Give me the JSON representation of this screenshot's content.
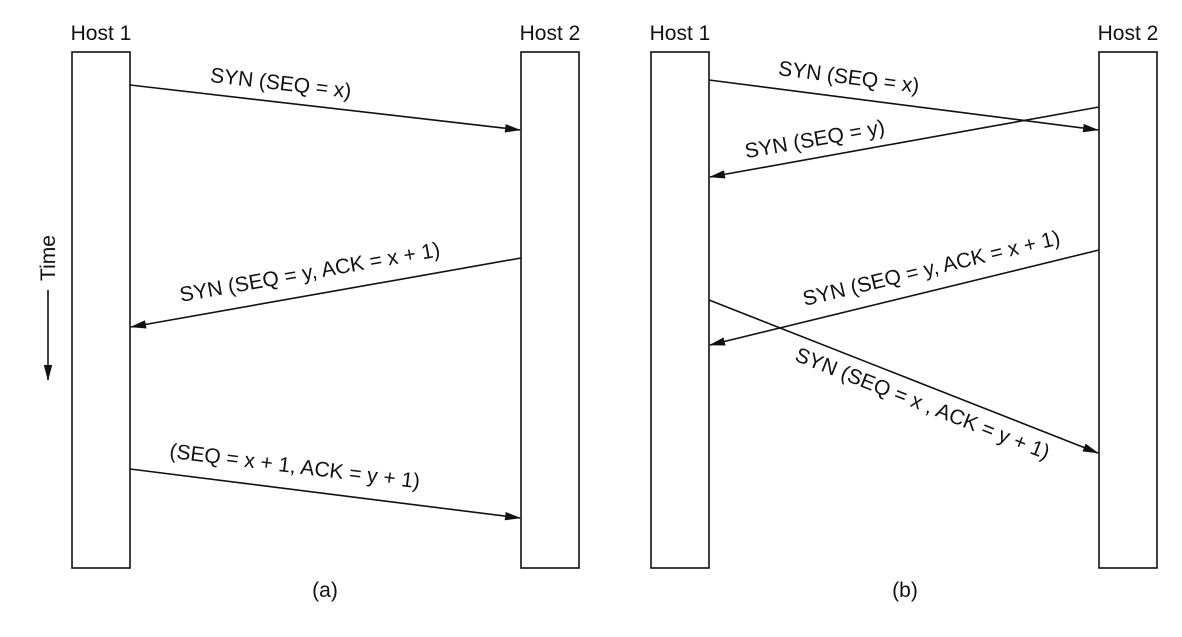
{
  "colors": {
    "line": "#111111",
    "text": "#111111",
    "background": "#ffffff"
  },
  "panel_a": {
    "caption": "(a)",
    "host1_label": "Host 1",
    "host2_label": "Host 2",
    "time_label": "Time",
    "messages": [
      {
        "label": "SYN (SEQ = x)",
        "from": "Host 1",
        "to": "Host 2"
      },
      {
        "label": "SYN (SEQ = y, ACK = x + 1)",
        "from": "Host 2",
        "to": "Host 1"
      },
      {
        "label": "(SEQ = x + 1, ACK = y + 1)",
        "from": "Host 1",
        "to": "Host 2"
      }
    ]
  },
  "panel_b": {
    "caption": "(b)",
    "host1_label": "Host 1",
    "host2_label": "Host 2",
    "messages": [
      {
        "label": "SYN (SEQ = x)",
        "from": "Host 1",
        "to": "Host 2"
      },
      {
        "label": "SYN (SEQ = y)",
        "from": "Host 2",
        "to": "Host 1"
      },
      {
        "label": "SYN (SEQ = y, ACK = x + 1)",
        "from": "Host 2",
        "to": "Host 1"
      },
      {
        "label": "SYN (SEQ = x , ACK = y + 1)",
        "from": "Host 1",
        "to": "Host 2"
      }
    ]
  }
}
